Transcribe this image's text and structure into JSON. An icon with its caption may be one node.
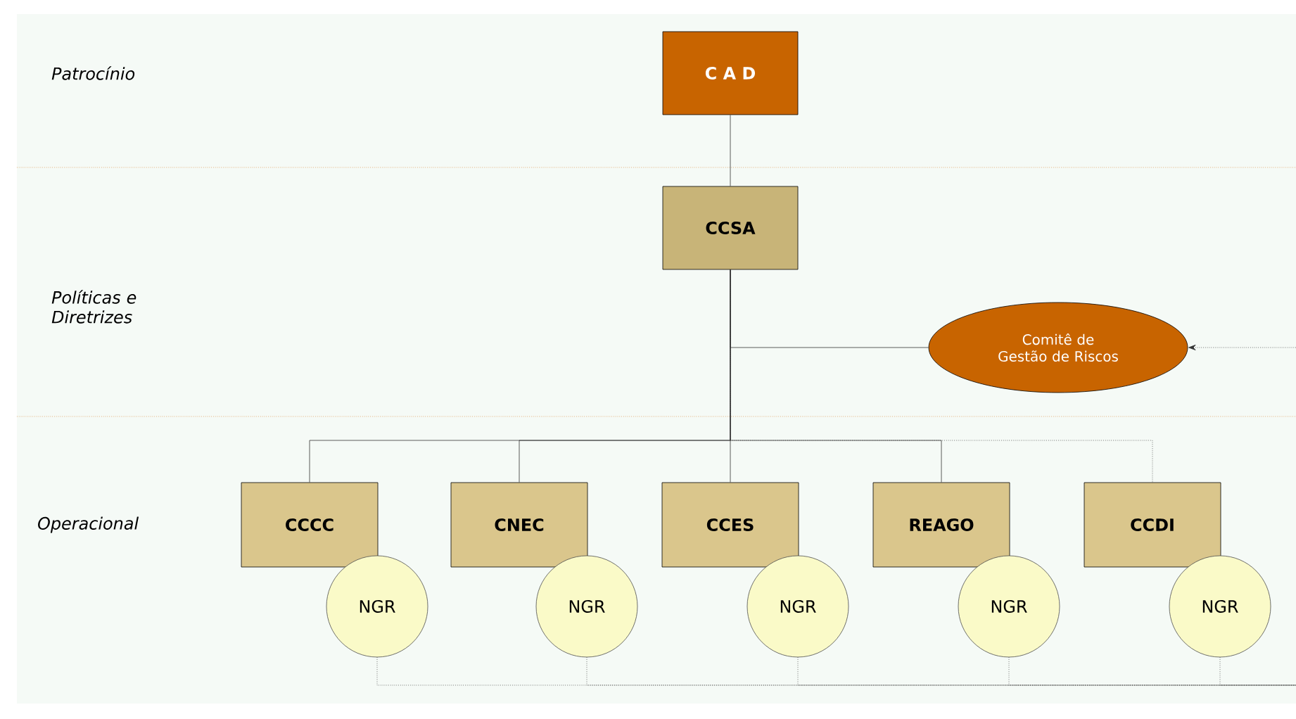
{
  "diagram": {
    "nodes": [
      {
        "text": [
          "C A D"
        ]
      },
      {
        "text": [
          "CCSA"
        ]
      },
      {
        "text": [
          "Comitê de Gestão de Riscos"
        ]
      },
      {
        "text": [
          "CCCC"
        ]
      },
      {
        "text": [
          "CNEC"
        ]
      },
      {
        "text": [
          "CCES"
        ]
      },
      {
        "text": [
          "REAGO"
        ]
      },
      {
        "text": [
          "CCDI"
        ]
      },
      {
        "text": [
          "NGR"
        ]
      },
      {
        "text": [
          "NGR"
        ]
      },
      {
        "text": [
          "NGR"
        ]
      },
      {
        "text": [
          "NGR"
        ]
      },
      {
        "text": [
          "NGR"
        ]
      }
    ],
    "edges": [
      {
        "from": 0,
        "to": 1,
        "arrow": "none"
      },
      {
        "from": 1,
        "to": 2,
        "arrow": "none"
      },
      {
        "from": null,
        "to": 2,
        "arrow": "to",
        "style": "dashed"
      },
      {
        "from": 1,
        "to": 3,
        "arrow": "none"
      },
      {
        "from": 1,
        "to": 4,
        "arrow": "none"
      },
      {
        "from": 1,
        "to": 5,
        "arrow": "none"
      },
      {
        "from": 1,
        "to": 6,
        "arrow": "none"
      },
      {
        "from": 1,
        "to": 7,
        "arrow": "none",
        "style": "dashed"
      },
      {
        "from": 8,
        "to": null,
        "arrow": "none",
        "style": "dashed"
      },
      {
        "from": 9,
        "to": null,
        "arrow": "none",
        "style": "dashed"
      },
      {
        "from": 10,
        "to": null,
        "arrow": "none",
        "style": "dashed"
      },
      {
        "from": 11,
        "to": null,
        "arrow": "none",
        "style": "dashed"
      },
      {
        "from": 12,
        "to": null,
        "arrow": "none",
        "style": "dashed"
      }
    ],
    "labels": [
      "Patrocínio",
      "Políticas e Diretrizes",
      "Operacional"
    ]
  }
}
